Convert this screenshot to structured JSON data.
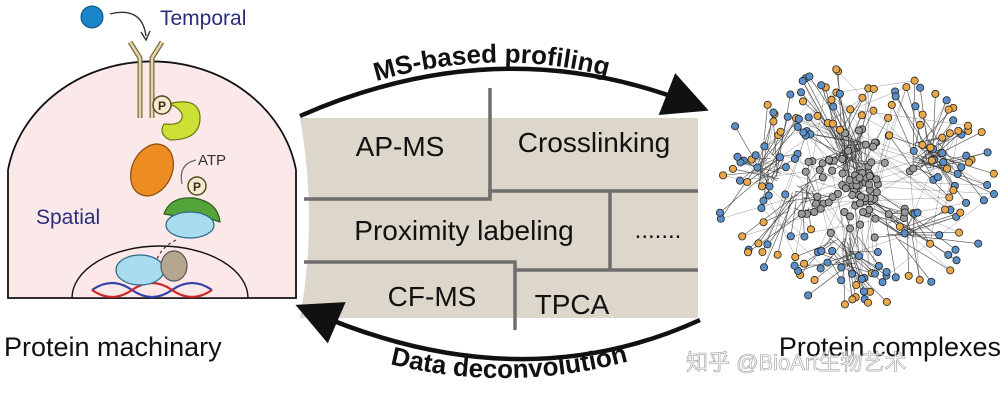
{
  "cell": {
    "temporal_label": "Temporal",
    "spatial_label": "Spatial",
    "atp_label": "ATP",
    "phospho_label": "P",
    "caption": "Protein machinary"
  },
  "methods": {
    "top_arrow_label": "MS-based profiling",
    "bottom_arrow_label": "Data deconvolution",
    "items": [
      "AP-MS",
      "Crosslinking",
      "Proximity labeling",
      ".......",
      "CF-MS",
      "TPCA"
    ]
  },
  "network": {
    "caption": "Protein complexes",
    "node_colors": [
      "#5b8fc7",
      "#e8a84a",
      "#9a9a9a"
    ]
  },
  "watermark": "知乎 @BioArt生物艺术",
  "colors": {
    "cell_fill": "#fbe9ea",
    "panel_fill": "#ddd6ca",
    "label_blue": "#2a2d7a"
  }
}
